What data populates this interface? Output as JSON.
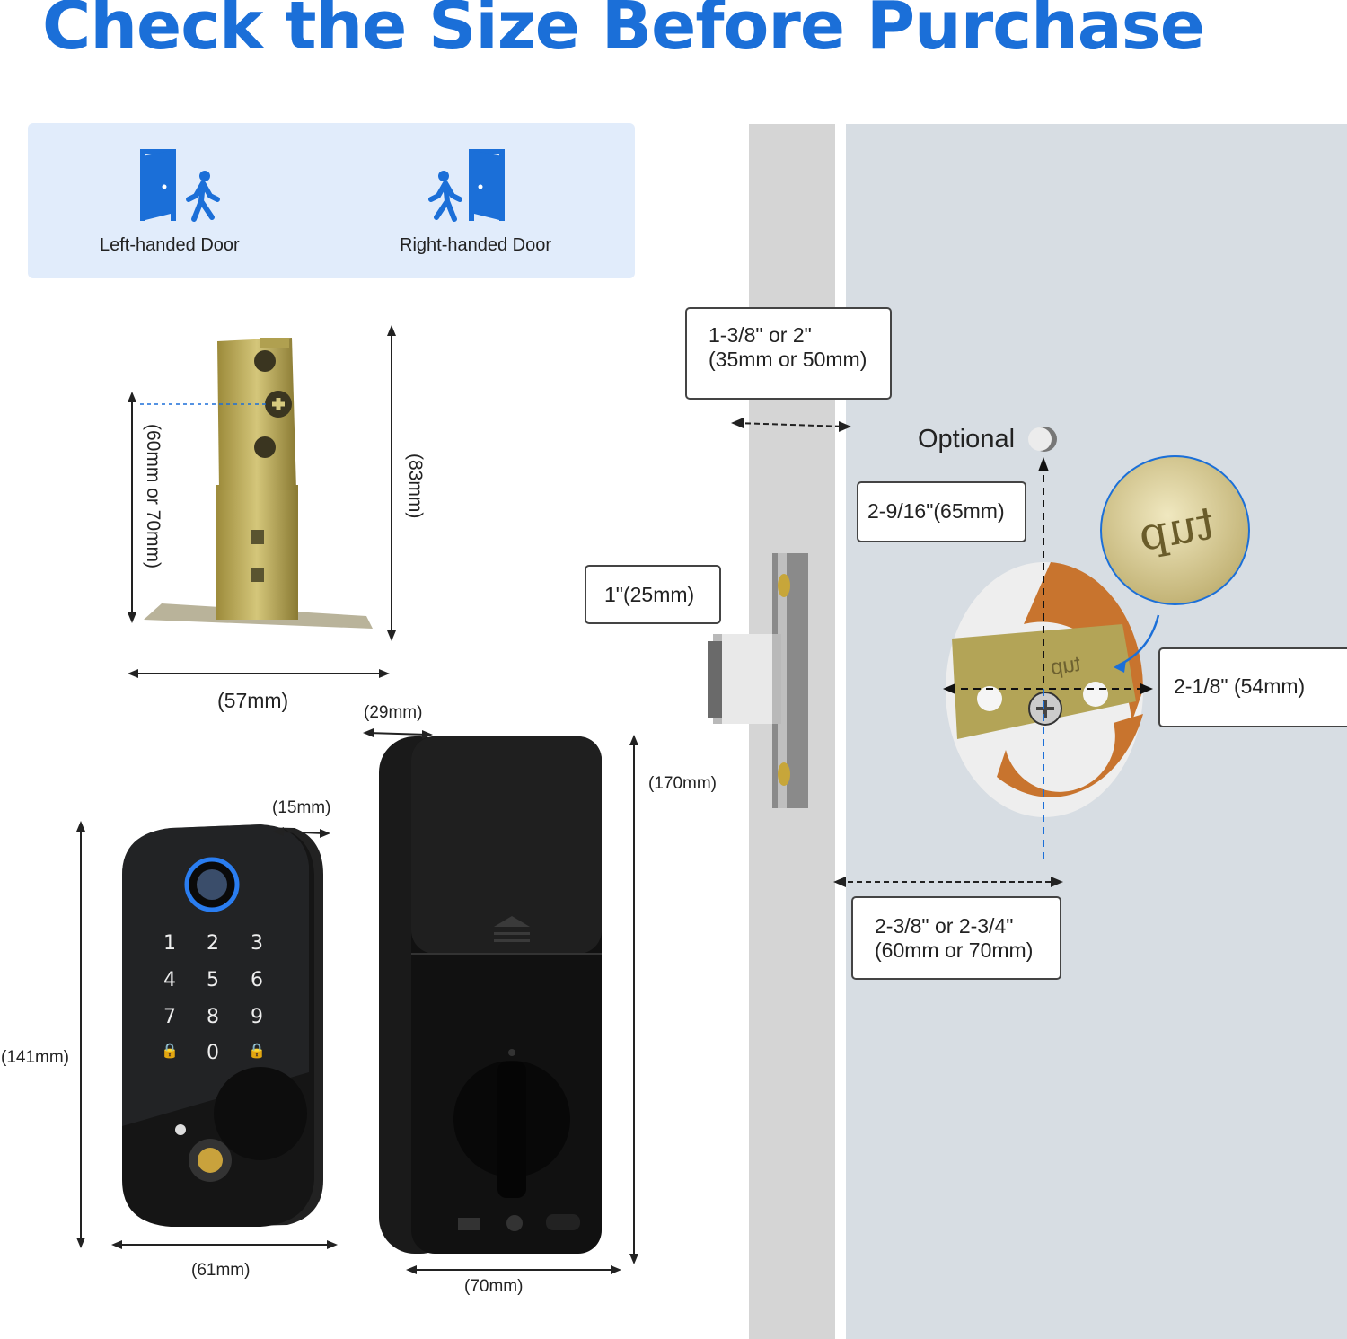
{
  "title": "Check the Size Before Purchase",
  "door_types": {
    "left_label": "Left-handed Door",
    "right_label": "Right-handed Door",
    "accent": "#1b6fd8",
    "panel_color": "#e1ecfb"
  },
  "latch_dims": {
    "backset_label": "(60mm or 70mm)",
    "height_label": "(83mm)",
    "width_label": "(57mm)"
  },
  "door_dims": {
    "thickness": [
      "1-3/8\" or 2\"",
      "(35mm or 50mm)"
    ],
    "optional_label": "Optional",
    "hole_distance": "2-9/16\"(65mm)",
    "edge_bore": "1\"(25mm)",
    "bore_diameter": "2-1/8\" (54mm)",
    "backset": [
      "2-3/8\" or 2-3/4\"",
      "(60mm or 70mm)"
    ],
    "up_stamp": "tup",
    "plate_stamp": "tup"
  },
  "keypad_dims": {
    "depth": "(15mm)",
    "height": "(141mm)",
    "width": "(61mm)",
    "keys": [
      "1",
      "2",
      "3",
      "4",
      "5",
      "6",
      "7",
      "8",
      "9",
      "🔒",
      "0",
      "🔒"
    ]
  },
  "interior_dims": {
    "depth": "(29mm)",
    "height": "(170mm)",
    "width": "(70mm)"
  }
}
